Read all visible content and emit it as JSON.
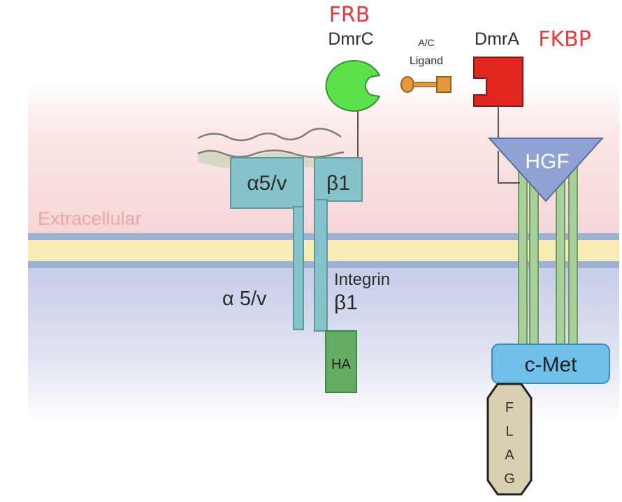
{
  "labels": {
    "frb": "FRB",
    "dmrc": "DmrC",
    "ligand_line1": "A/C",
    "ligand_line2": "Ligand",
    "dmra": "DmrA",
    "fkbp": "FKBP",
    "hgf": "HGF",
    "alpha_head": "α5/v",
    "beta_head": "β1",
    "extracellular": "Extracellular",
    "alpha_stem": "α 5/v",
    "integrin_line1": "Integrin",
    "integrin_line2": "β1",
    "ha": "HA",
    "cmet": "c-Met",
    "flag_letters": [
      "F",
      "L",
      "A",
      "G"
    ]
  },
  "colors": {
    "red_label": "#e8393b",
    "extracellular_label": "#f4a4a6",
    "dmrc_green": "#5be24a",
    "dmra_red": "#e0261f",
    "ligand_orange": "#e39a3c",
    "integrin_teal": "#86c2ca",
    "ha_green": "#63ad62",
    "hgf_blue": "#8ea3d3",
    "cmet_blue": "#6fbfe9",
    "receptor_green": "#a8d09a",
    "flag_tan": "#d9d0b4",
    "membrane_yellow": "#fbecb5",
    "membrane_blue": "#8fa8d2"
  }
}
